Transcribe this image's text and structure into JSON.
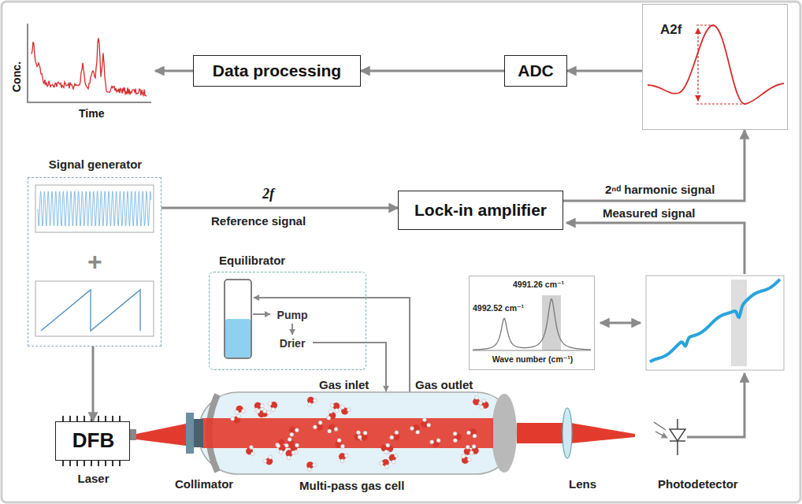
{
  "diagram": {
    "nodes": [
      {
        "text": [
          "Conc.",
          "Time"
        ]
      },
      {
        "text": [
          "Data processing"
        ]
      },
      {
        "text": [
          "ADC"
        ]
      },
      {
        "text": [
          "A2f"
        ]
      },
      {
        "text": [
          "Signal generator",
          "+"
        ]
      },
      {
        "text": [
          "Lock-in amplifier"
        ]
      },
      {
        "text": [
          "Equilibrator"
        ]
      },
      {
        "text": [
          "Pump"
        ],
        "in": 6
      },
      {
        "text": [
          "Drier"
        ],
        "in": 6
      },
      {
        "text": [
          "4991.26 cm⁻¹",
          "4992.52 cm⁻¹",
          "Wave number (cm⁻¹)"
        ]
      },
      {
        "text": [
          "DFB",
          "Laser"
        ]
      }
    ],
    "edges": [
      {
        "from": 1,
        "to": 0,
        "arrow": "to"
      },
      {
        "from": 2,
        "to": 1,
        "arrow": "to"
      },
      {
        "from": 3,
        "to": 2,
        "arrow": "to"
      },
      {
        "from": 4,
        "to": 5,
        "arrow": "to",
        "label": "2f"
      },
      {
        "from": 5,
        "to": 3,
        "arrow": "to",
        "label": "2ⁿᵈ harmonic signal"
      },
      {
        "from": 4,
        "to": 10,
        "arrow": "to"
      },
      {
        "from": 7,
        "to": 8,
        "arrow": "to"
      }
    ],
    "labels": [
      "Reference signal",
      "Measured signal",
      "Gas inlet",
      "Gas outlet",
      "Collimator",
      "Multi-pass gas cell",
      "Lens",
      "Photodetector"
    ]
  }
}
